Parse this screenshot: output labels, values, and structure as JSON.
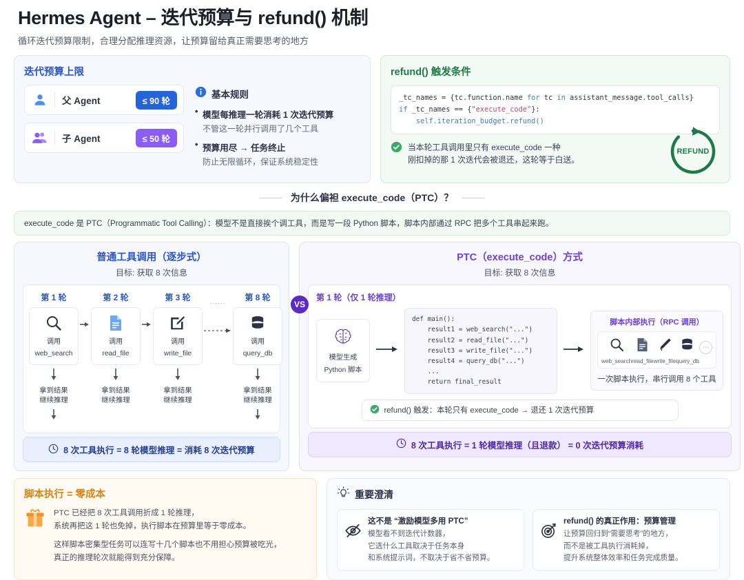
{
  "header": {
    "title": "Hermes Agent – 迭代预算与 refund() 机制",
    "subtitle": "循环迭代预算限制，合理分配推理资源，让预算留给真正需要思考的地方"
  },
  "budget_card": {
    "title": "迭代预算上限",
    "agents": [
      {
        "label": "父 Agent",
        "limit": "≤ 90 轮",
        "color": "#2563d9",
        "icon": "user-icon"
      },
      {
        "label": "子 Agent",
        "limit": "≤ 50 轮",
        "color": "#8b5cf6",
        "icon": "users-icon"
      }
    ],
    "rules_title": "基本规则",
    "rules": [
      {
        "bold": "模型每推理一轮消耗 1 次迭代预算",
        "sub": "不管这一轮并行调用了几个工具"
      },
      {
        "bold": "预算用尽 → 任务终止",
        "sub": "防止无限循环，保证系统稳定性"
      }
    ]
  },
  "refund_card": {
    "title": "refund() 触发条件",
    "code_line1_a": "_tc_names = {tc.function.name ",
    "code_line1_kw": "for",
    "code_line1_b": " tc ",
    "code_line1_kw2": "in",
    "code_line1_c": " assistant_message.tool_calls}",
    "code_line2_kw": "if",
    "code_line2_a": " _tc_names == {",
    "code_line2_str": "\"execute_code\"",
    "code_line2_b": "}:",
    "code_line3": "    self.iteration_budget.refund()",
    "note_line1": "当本轮工具调用里只有 execute_code 一种",
    "note_line2": "刚扣掉的那 1 次迭代会被退还，这轮等于白送。",
    "ring_label": "REFUND",
    "ring_color": "#1f7a46"
  },
  "section_divider": {
    "text": "为什么偏袒 execute_code（PTC）？"
  },
  "ptc_banner": {
    "text": "execute_code 是 PTC（Programmatic Tool Calling）：模型不是直接挨个调工具，而是写一段 Python 脚本，脚本内部通过 RPC 把多个工具串起来跑。"
  },
  "compare": {
    "vs_label": "VS",
    "left": {
      "title": "普通工具调用（逐步式）",
      "goal": "目标: 获取 8 次信息",
      "steps": [
        {
          "round": "第 1 轮",
          "call_label": "调用",
          "tool": "web_search",
          "icon": "search-icon",
          "result_l1": "拿到结果",
          "result_l2": "继续推理"
        },
        {
          "round": "第 2 轮",
          "call_label": "调用",
          "tool": "read_file",
          "icon": "file-icon",
          "result_l1": "拿到结果",
          "result_l2": "继续推理"
        },
        {
          "round": "第 3 轮",
          "call_label": "调用",
          "tool": "write_file",
          "icon": "pencil-icon",
          "result_l1": "拿到结果",
          "result_l2": "继续推理"
        },
        {
          "round": "第 8 轮",
          "call_label": "调用",
          "tool": "query_db",
          "icon": "database-icon",
          "result_l1": "拿到结果",
          "result_l2": "继续推理"
        }
      ],
      "ellipsis": "......",
      "summary": "8 次工具执行 = 8 轮模型推理 = 消耗 8 次迭代预算"
    },
    "right": {
      "title": "PTC（execute_code）方式",
      "goal": "目标: 获取 8 次信息",
      "round_label": "第 1 轮（仅 1 轮推理）",
      "brain": {
        "l1": "模型生成",
        "l2": "Python 脚本",
        "icon": "brain-icon"
      },
      "code": "def main():\n    result1 = web_search(\"...\")\n    result2 = read_file(\"...\")\n    result3 = write_file(\"...\")\n    result4 = query_db(\"...\")\n    ...\n    return final_result",
      "rpc_title": "脚本内部执行（RPC 调用）",
      "rpc_tools": [
        {
          "name": "web_search",
          "icon": "search-icon"
        },
        {
          "name": "read_file",
          "icon": "file-icon"
        },
        {
          "name": "write_file",
          "icon": "pencil-icon"
        },
        {
          "name": "query_db",
          "icon": "database-icon"
        }
      ],
      "rpc_more": "⋯",
      "rpc_caption": "一次脚本执行，串行调用 8 个工具",
      "refund_inline": "refund() 触发：本轮只有 execute_code → 退还 1 次迭代预算",
      "summary": "8 次工具执行 = 1 轮模型推理（且退款） = 0 次迭代预算消耗"
    }
  },
  "zero_cost": {
    "title": "脚本执行 = 零成本",
    "icon": "gift-icon",
    "p1_l1": "PTC 已经把 8 次工具调用折成 1 轮推理，",
    "p1_l2": "系统再把这 1 轮也免掉，执行脚本在预算里等于零成本。",
    "p2_l1": "这样脚本密集型任务可以连写十几个脚本也不用担心预算被吃光，",
    "p2_l2": "真正的推理轮次就能得到充分保障。"
  },
  "clarify": {
    "title": "重要澄清",
    "icon": "lightbulb-icon",
    "items": [
      {
        "icon": "eye-off-icon",
        "head": "这不是 “激励模型多用 PTC”",
        "l1": "模型看不到迭代计数器，",
        "l2": "它选什么工具取决于任务本身",
        "l3": "和系统提示词，不取决于省不省预算。"
      },
      {
        "icon": "target-icon",
        "head": "refund() 的真正作用：预算管理",
        "l1": "让预算回归到“需要思考”的地方，",
        "l2": "而不是被工具执行消耗掉，",
        "l3": "提升系统整体效率和任务完成质量。"
      }
    ]
  }
}
